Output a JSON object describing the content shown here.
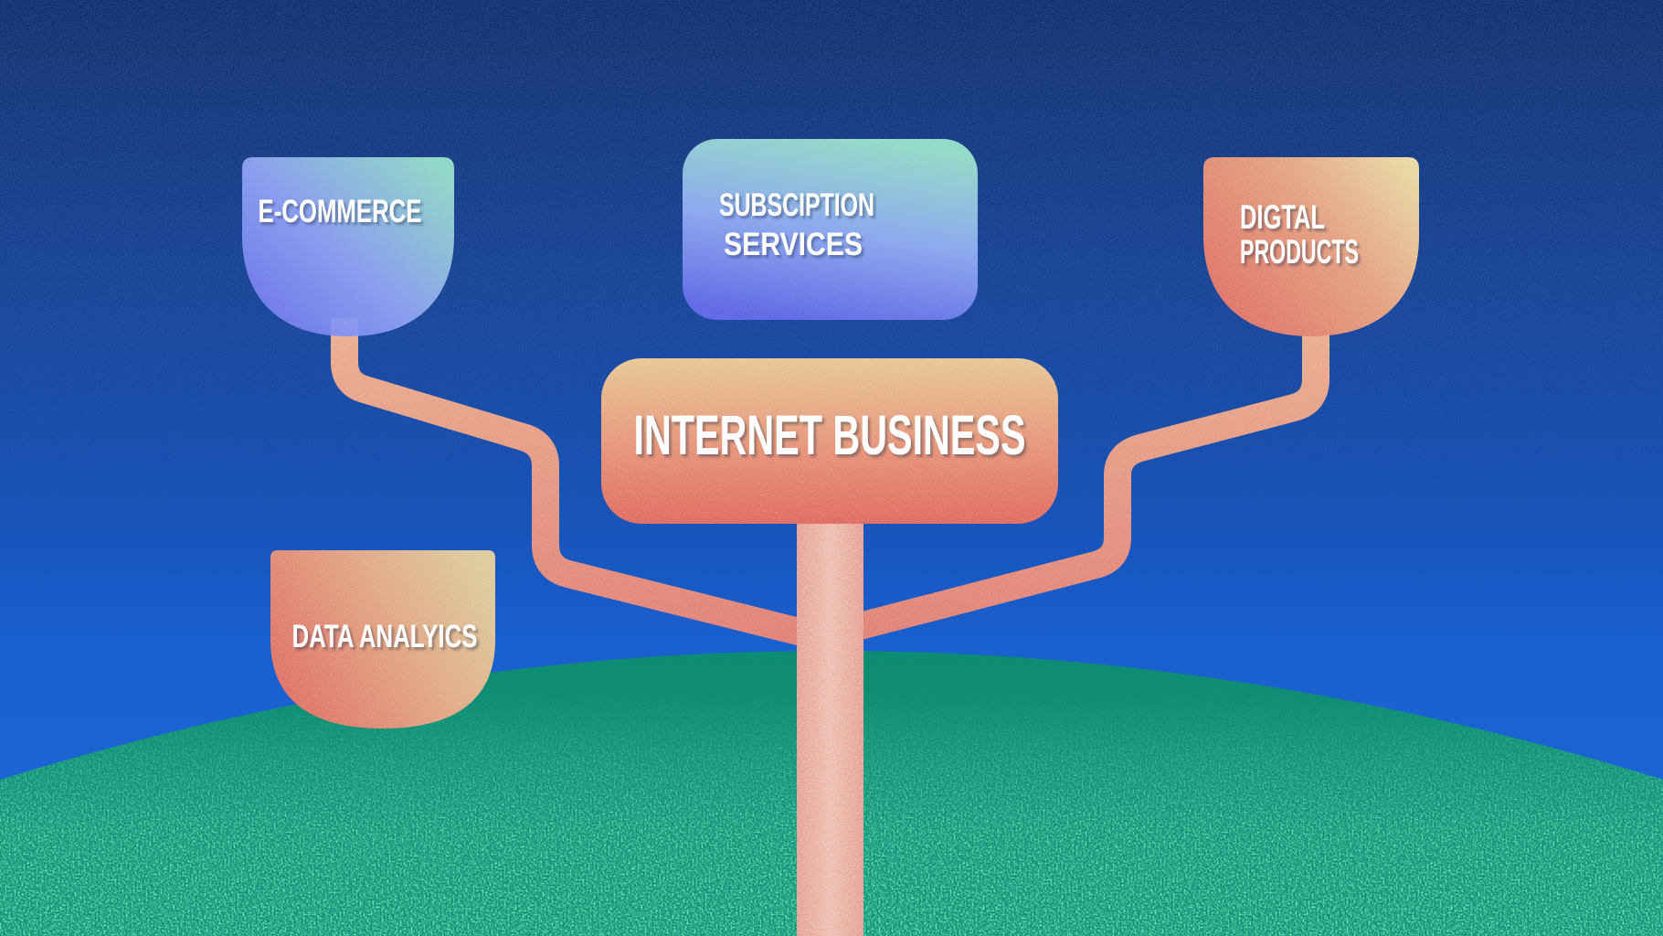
{
  "palette": {
    "sky_top": "#091d5a",
    "sky_mid": "#12429f",
    "sky_bottom": "#1e69da",
    "hill_top": "#2fd095",
    "hill_bottom": "#0d8c73",
    "hill_dot_bright": "#2ee88d",
    "branch_tan": "#ebae8b",
    "branch_salmon": "#e0786c",
    "trunk_pink": "#eba violet",
    "trunk_base": "#e89584",
    "trunk_speckle": "#cdd9ea",
    "warm_box_top": "#e7c48e",
    "warm_box_bottom": "#e06156",
    "cool_box_blue": "#6064e4",
    "cool_box_teal": "#98e0c4",
    "label_color": "#ffffff"
  },
  "diagram": {
    "root": {
      "id": "internet-business",
      "label": "INTERNET BUSINESS"
    },
    "branches": [
      {
        "id": "e-commerce",
        "lines": [
          "E-COMMERCE"
        ]
      },
      {
        "id": "subscription-services",
        "lines": [
          "SUBSCIPTION",
          "SERVICES"
        ]
      },
      {
        "id": "digital-products",
        "lines": [
          "DIGTAL",
          "PRODUCTS"
        ]
      },
      {
        "id": "data-analytics",
        "lines": [
          "DATA ANALYICS"
        ]
      }
    ]
  }
}
